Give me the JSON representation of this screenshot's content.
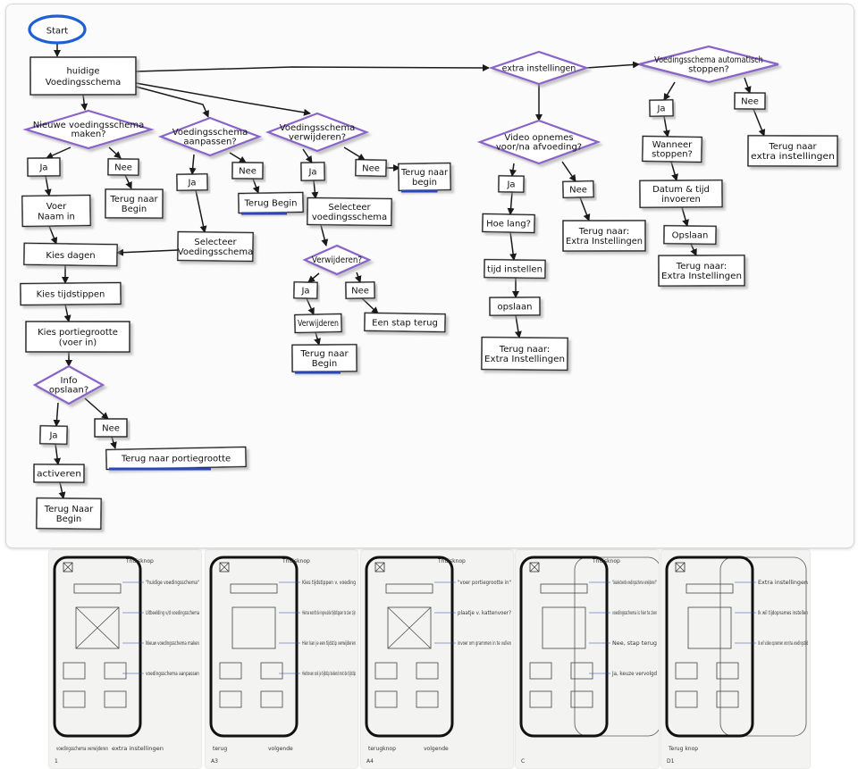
{
  "flowchart": {
    "colors": {
      "ink": "#1a1a1a",
      "decision": "#8a63c9",
      "start": "#1e5fd6",
      "highlight": "#2a46b8",
      "shade": "#c8c8c8"
    },
    "nodes": {
      "start": "Start",
      "huidige": [
        "huidige",
        "Voedingsschema"
      ],
      "d_nieuw": [
        "Nieuwe voedingsschema",
        "maken?"
      ],
      "ja1": "Ja",
      "nee1": "Nee",
      "voer_naam": [
        "Voer",
        "Naam in"
      ],
      "terug_begin1": [
        "Terug naar",
        "Begin"
      ],
      "kies_dagen": "Kies dagen",
      "kies_tijd": "Kies tijdstippen",
      "kies_portie": [
        "Kies portiegrootte",
        "(voer in)"
      ],
      "d_info": [
        "Info",
        "opslaan?"
      ],
      "ja_info": "Ja",
      "nee_info": "Nee",
      "activeren": "activeren",
      "terug_begin_info": [
        "Terug Naar",
        "Begin"
      ],
      "terug_portie": "Terug naar portiegrootte",
      "d_aanpassen": [
        "Voedingsschema",
        "aanpassen?"
      ],
      "ja2": "Ja",
      "nee2": "Nee",
      "terug_begin2": "Terug Begin",
      "selecteer1": [
        "Selecteer",
        "Voedingsschema"
      ],
      "d_verwijderen": [
        "Voedingsschema",
        "verwijderen?"
      ],
      "ja3": "Ja",
      "nee3": "Nee",
      "terug_begin3": [
        "Terug naar",
        "begin"
      ],
      "selecteer2": [
        "Selecteer",
        "voedingsschema"
      ],
      "d_verwijderen2": "Verwijderen?",
      "ja4": "Ja",
      "nee4": "Nee",
      "verwijderen": "Verwijderen",
      "stap_terug": "Een stap terug",
      "terug_begin4": [
        "Terug naar",
        "Begin"
      ],
      "d_extra": "extra instellingen",
      "d_video": [
        "Video opnemes",
        "voor/na afvoeding?"
      ],
      "ja5": "Ja",
      "nee5": "Nee",
      "hoe_lang": "Hoe lang?",
      "tijd_instellen": "tijd instellen",
      "opslaan1": "opslaan",
      "terug_extra1": [
        "Terug naar:",
        "Extra Instellingen"
      ],
      "terug_extra2": [
        "Terug naar:",
        "Extra Instellingen"
      ],
      "d_auto": [
        "Voedingsschema automatisch",
        "stoppen?"
      ],
      "ja6": "Ja",
      "nee6": "Nee",
      "wanneer": [
        "Wanneer",
        "stoppen?"
      ],
      "datum_tijd": [
        "Datum & tijd",
        "invoeren"
      ],
      "opslaan2": "Opslaan",
      "terug_extra3": [
        "Terug naar:",
        "Extra Instellingen"
      ],
      "terug_extra4": [
        "Terug naar",
        "extra instellingen"
      ]
    }
  },
  "sketches": [
    {
      "label": "1",
      "top_note": "Thuisknop",
      "notes": [
        "\"huidige voedingsschema\"",
        "Uitbeelding v/d voedingsschema",
        "Nieuw voedingsschema maken",
        "voedingsschema aanpassen"
      ],
      "bottom_notes": [
        "voedingsschema verwijderen",
        "extra instellingen"
      ]
    },
    {
      "label": "A3",
      "top_note": "Thuisknop",
      "notes": [
        "Kies tijdstippen v. voeding",
        "Hierna wordt de ingevulde tijdstippen te zien zijn",
        "Hier kan je een tijdstip verwijderen",
        "Hierboven ook je tijdstip bekend met de tijdstip"
      ],
      "bottom_notes": [
        "terug",
        "volgende"
      ]
    },
    {
      "label": "A4",
      "top_note": "Thuisknop",
      "notes": [
        "\"voer portiegrootte in\"",
        "plaatje v. kattenvoer?",
        "invoer om grammen in te vullen"
      ],
      "bottom_notes": [
        "terugknop",
        "volgende"
      ]
    },
    {
      "label": "C",
      "top_note": "Thuisknop",
      "notes": [
        "\"Geselecteerde voedingsschema verwijderen?\"",
        "voedingsschema is hier te zien",
        "Nee, stap terug",
        "Ja, keuze vervolgd"
      ],
      "bottom_notes": []
    },
    {
      "label": "D1",
      "top_note": "",
      "notes": [
        "Extra instellingen",
        "Ik wil tijdopnames instellen",
        "Ik wil video opnemen voor/na voedingstijd"
      ],
      "bottom_notes": [
        "Terug knop"
      ]
    }
  ]
}
